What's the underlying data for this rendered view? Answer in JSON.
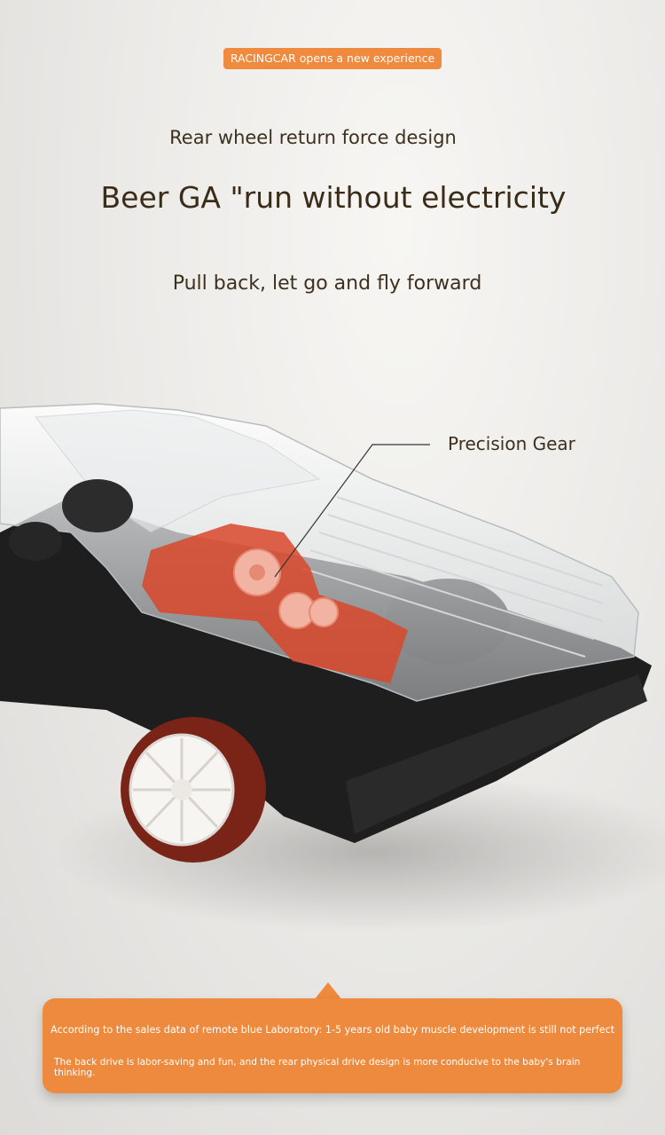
{
  "header": {
    "tag": "RACINGCAR opens a new experience",
    "subtitle": "Rear wheel return force design",
    "headline": "Beer GA \"run without electricity",
    "tagline": "Pull back, let go and fly forward"
  },
  "callout": {
    "label": "Precision Gear"
  },
  "info_box": {
    "line1": "According to the sales data of remote blue Laboratory: 1-5 years old baby muscle development is still not perfect",
    "line2": "The back drive is labor-saving and fun, and the rear physical drive design is more conducive to the baby's brain thinking."
  },
  "colors": {
    "accent": "#ee8a3e",
    "text": "#3d3020",
    "gear_highlight": "#d9462a",
    "tire": "#7a2418"
  },
  "icons": [
    "toy-car-illustration",
    "gear-icon"
  ]
}
